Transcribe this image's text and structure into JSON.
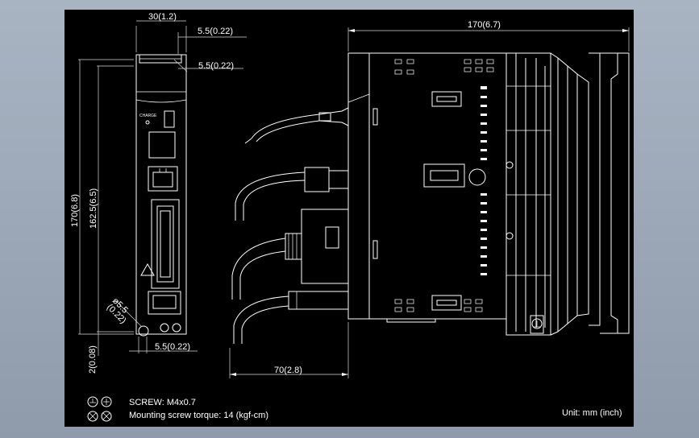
{
  "drawing": {
    "side_view": {
      "width_top": "30(1.2)",
      "offset_top": "5.5(0.22)",
      "offset_hole": "5.5(0.22)",
      "height_total": "170(6.8)",
      "height_mount": "162.5(6.5)",
      "hole_dia_line1": "ø5.5",
      "hole_dia_line2": "(0.22)",
      "bottom_offset": "2(0.08)",
      "bottom_width": "5.5(0.22)",
      "label_charge": "CHARGE"
    },
    "front_view": {
      "width_total": "170(6.7)",
      "cable_depth": "70(2.8)"
    },
    "notes": {
      "screw": "SCREW: M4x0.7",
      "torque": "Mounting screw torque: 14 (kgf-cm)",
      "unit": "Unit: mm (inch)"
    }
  }
}
